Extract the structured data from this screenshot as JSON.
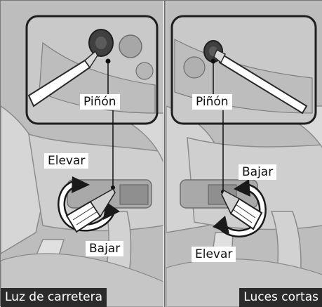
{
  "panels": {
    "left": {
      "pinion_label": "Piñón",
      "raise_label": "Elevar",
      "lower_label": "Bajar",
      "caption": "Luz de carretera"
    },
    "right": {
      "pinion_label": "Piñón",
      "raise_label": "Elevar",
      "lower_label": "Bajar",
      "caption": "Luces cortas"
    }
  },
  "colors": {
    "background_gray": "#bdbdbd",
    "inset_border": "#222222",
    "caption_bar": "#2b2b2b",
    "caption_text": "#ffffff"
  }
}
